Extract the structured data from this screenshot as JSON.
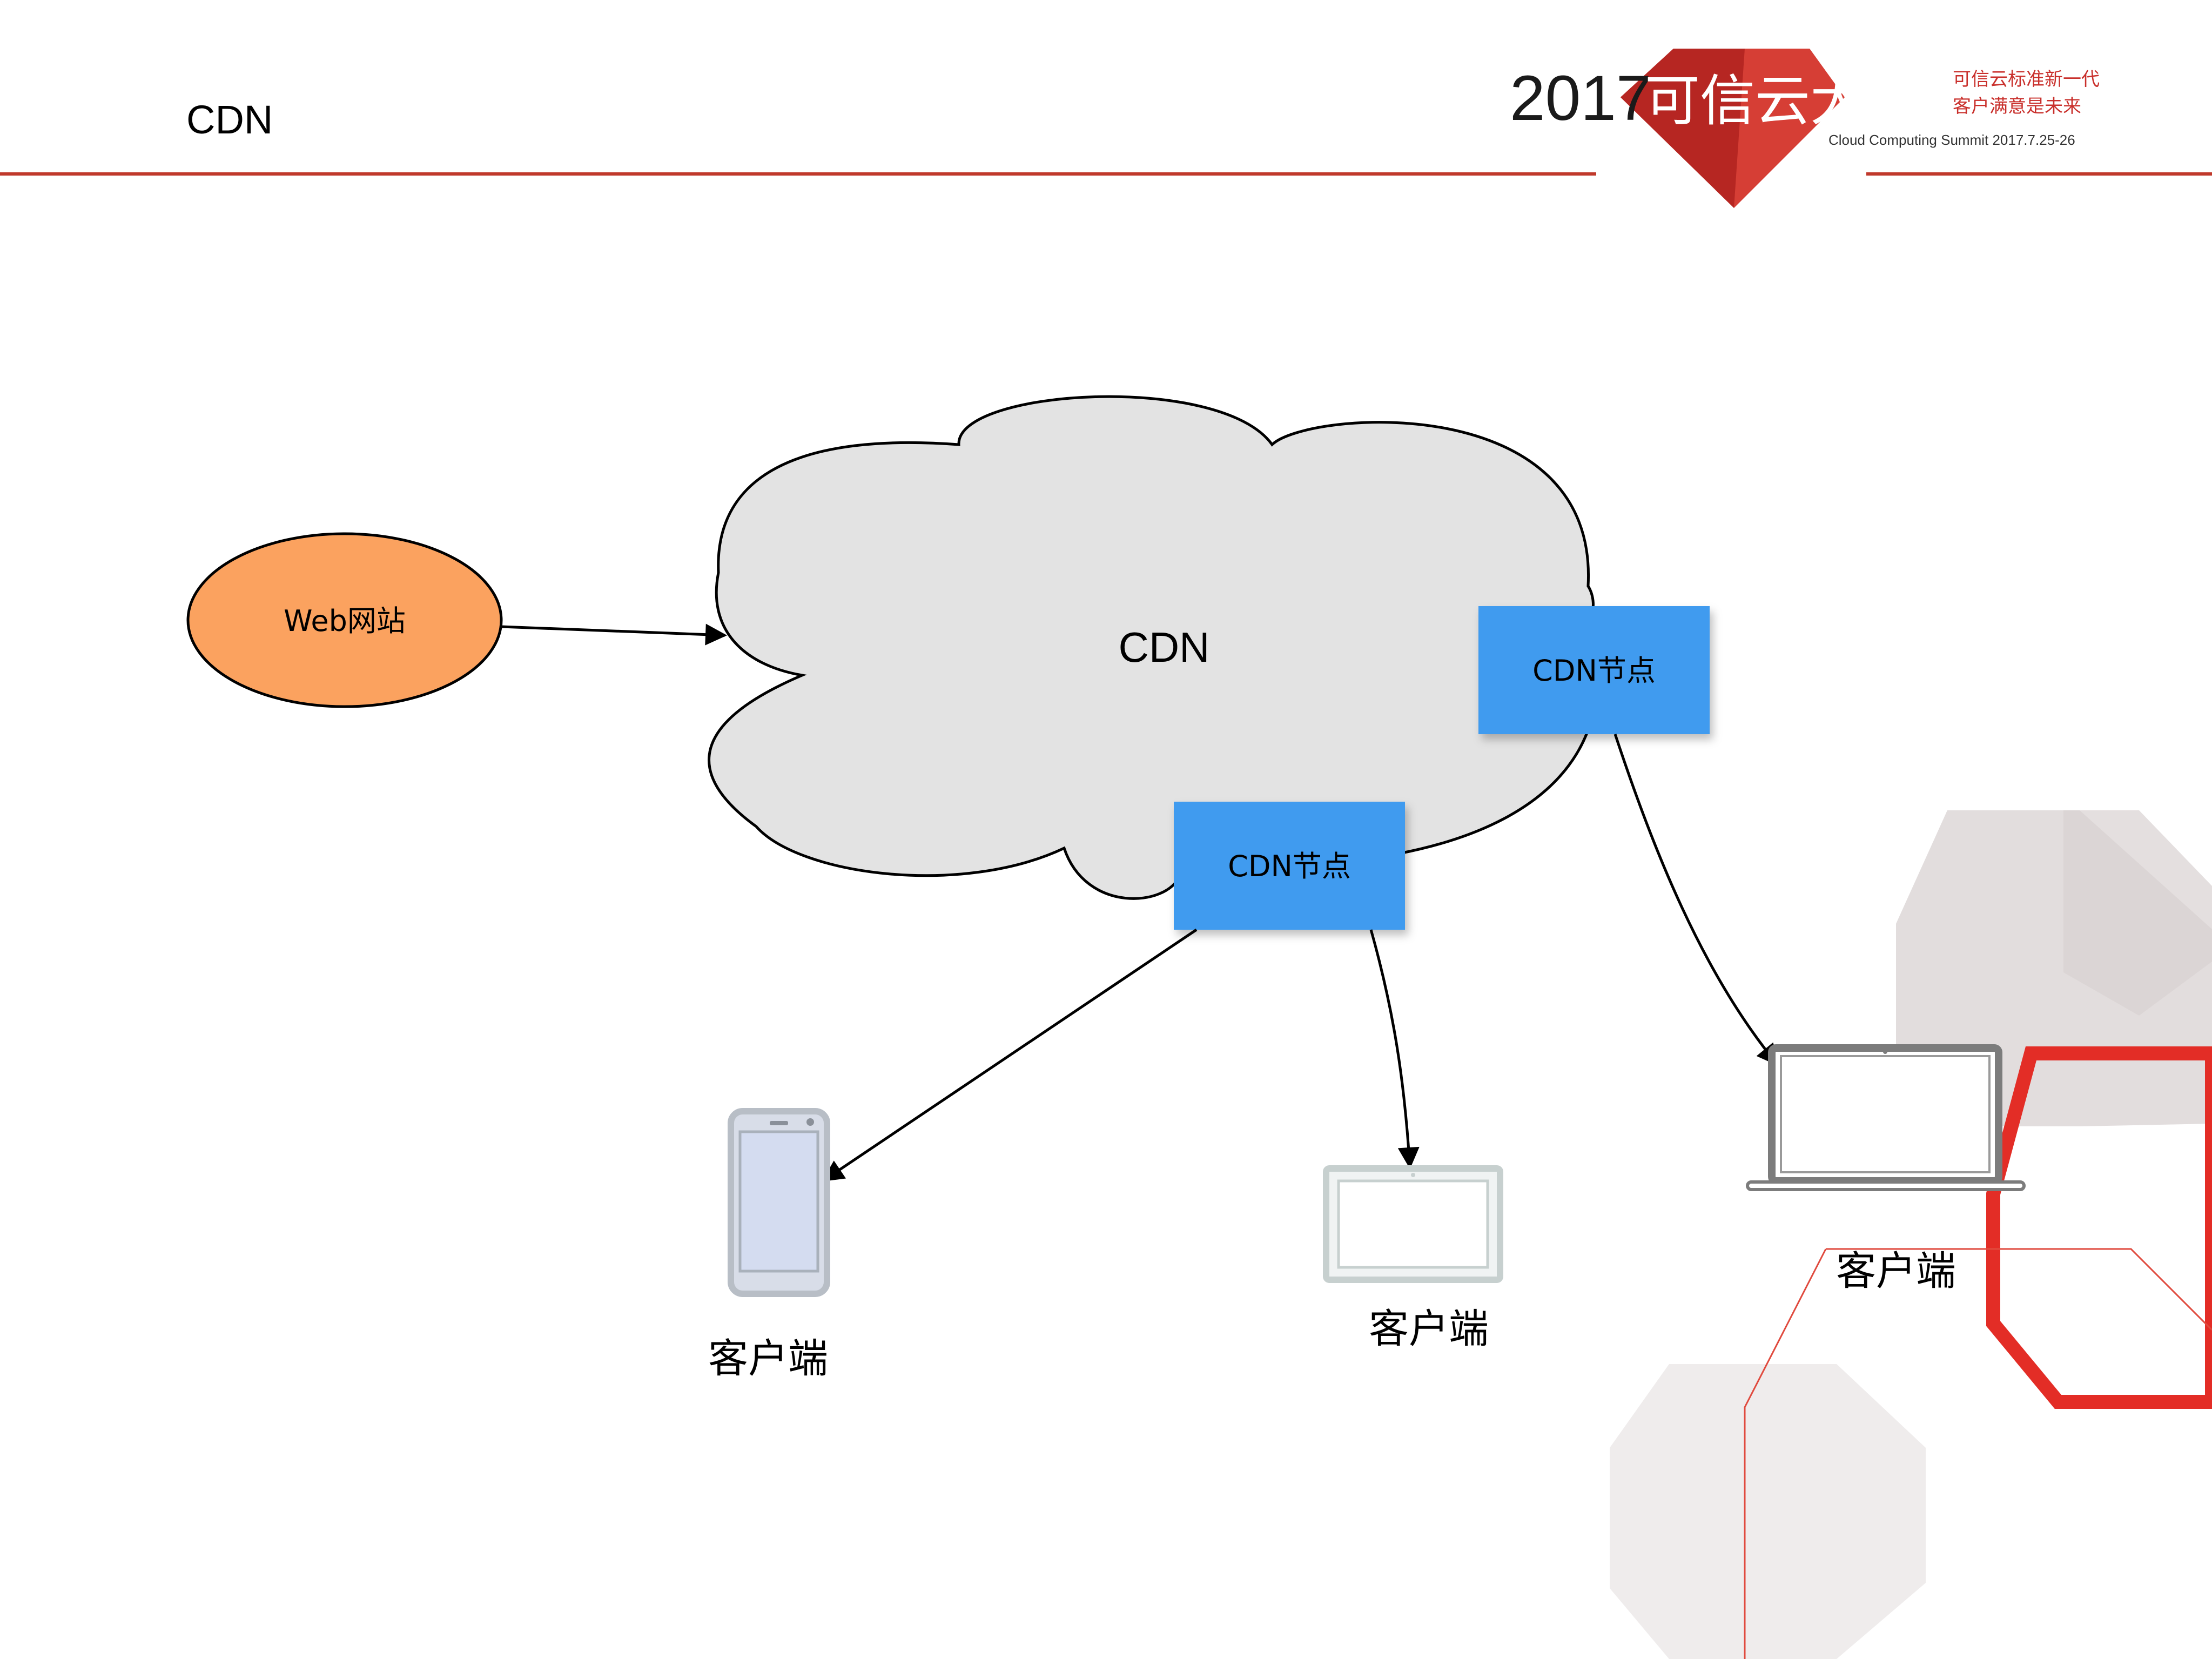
{
  "slide": {
    "title": "CDN"
  },
  "header_logo": {
    "year": "2017",
    "name": "可信云大会",
    "slogan_line1": "可信云标准新一代",
    "slogan_line2": "客户满意是未来",
    "subtitle": "Cloud Computing Summit 2017.7.25-26"
  },
  "diagram": {
    "web_site": "Web网站",
    "cloud_label": "CDN",
    "node_right": "CDN节点",
    "node_bottom": "CDN节点",
    "client_phone": "客户端",
    "client_tablet": "客户端",
    "client_laptop": "客户端",
    "icons": {
      "phone": "mobile-phone-icon",
      "tablet": "tablet-icon",
      "laptop": "laptop-icon"
    }
  },
  "colors": {
    "brand_red": "#c9302c",
    "line_red": "#c0392b",
    "cloud_fill": "#e3e3e3",
    "website_fill": "#fba25f",
    "node_fill": "#3f9bef",
    "hex_gray": "#e2dddd"
  }
}
